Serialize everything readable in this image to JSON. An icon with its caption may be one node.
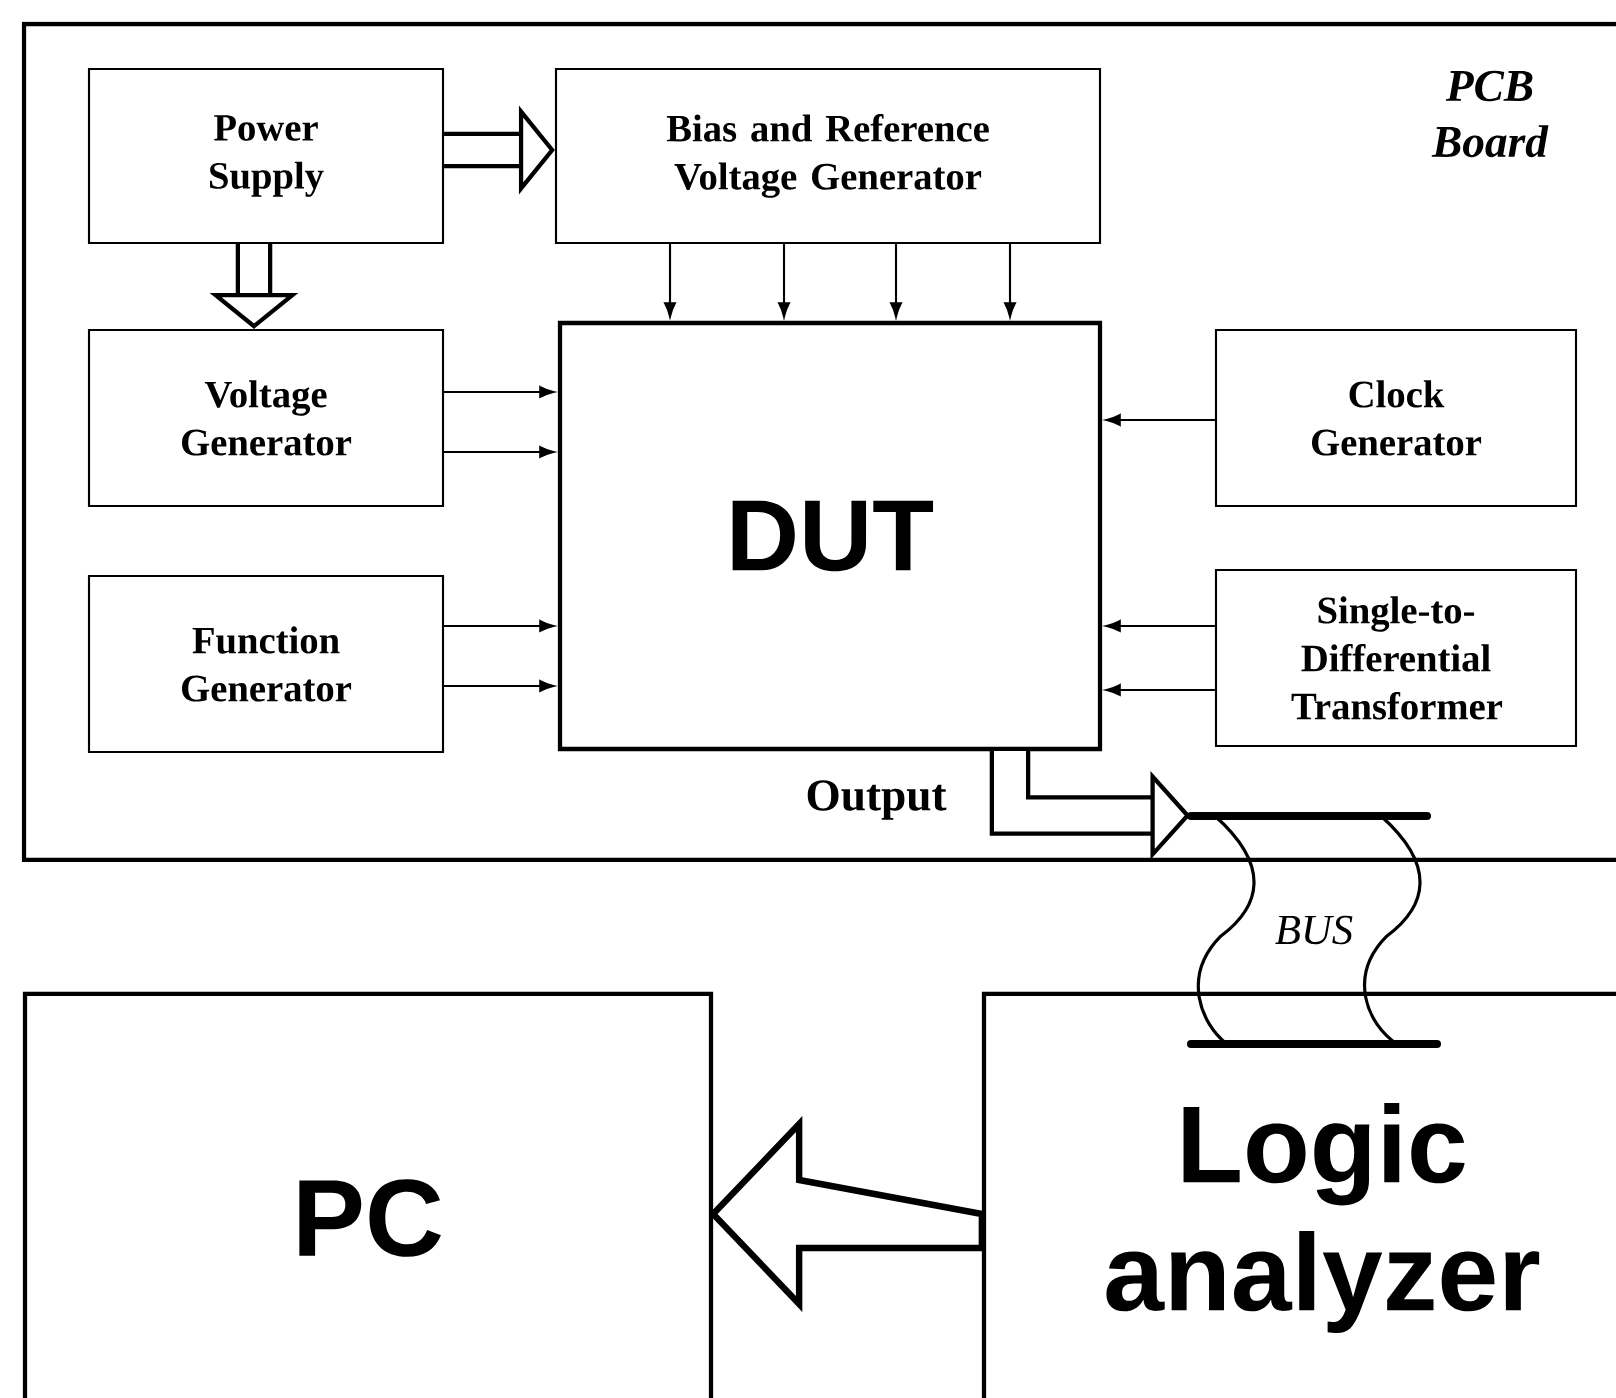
{
  "diagram": {
    "nodes": [
      {
        "text": [
          "PCB Board"
        ]
      },
      {
        "text": [
          "Power Supply"
        ],
        "in": 0
      },
      {
        "text": [
          "Bias and Reference Voltage Generator"
        ],
        "in": 0
      },
      {
        "text": [
          "Voltage Generator"
        ],
        "in": 0
      },
      {
        "text": [
          "DUT"
        ],
        "in": 0,
        "beside": [
          "Output"
        ]
      },
      {
        "text": [
          "Function Generator"
        ],
        "in": 0
      },
      {
        "text": [
          "Clock Generator"
        ],
        "in": 0
      },
      {
        "text": [
          "Single-to- Differential Transformer"
        ],
        "in": 0
      },
      {
        "text": [
          "BUS"
        ]
      },
      {
        "text": [
          "PC"
        ]
      },
      {
        "text": [
          "Logic analyzer"
        ]
      }
    ],
    "edges": [
      {
        "from": 1,
        "to": 2,
        "arrow": "to",
        "style": "thick"
      },
      {
        "from": 1,
        "to": 3,
        "arrow": "to",
        "style": "thick"
      },
      {
        "from": 2,
        "to": 4,
        "arrow": "to"
      },
      {
        "from": 2,
        "to": 4,
        "arrow": "to"
      },
      {
        "from": 2,
        "to": 4,
        "arrow": "to"
      },
      {
        "from": 2,
        "to": 4,
        "arrow": "to"
      },
      {
        "from": 3,
        "to": 4,
        "arrow": "to"
      },
      {
        "from": 3,
        "to": 4,
        "arrow": "to"
      },
      {
        "from": 5,
        "to": 4,
        "arrow": "to"
      },
      {
        "from": 5,
        "to": 4,
        "arrow": "to"
      },
      {
        "from": 6,
        "to": 4,
        "arrow": "to"
      },
      {
        "from": 7,
        "to": 4,
        "arrow": "to"
      },
      {
        "from": 7,
        "to": 4,
        "arrow": "to"
      },
      {
        "from": 4,
        "to": 8,
        "arrow": "to",
        "style": "thick"
      },
      {
        "from": 10,
        "to": 9,
        "arrow": "to",
        "style": "thick"
      }
    ]
  }
}
